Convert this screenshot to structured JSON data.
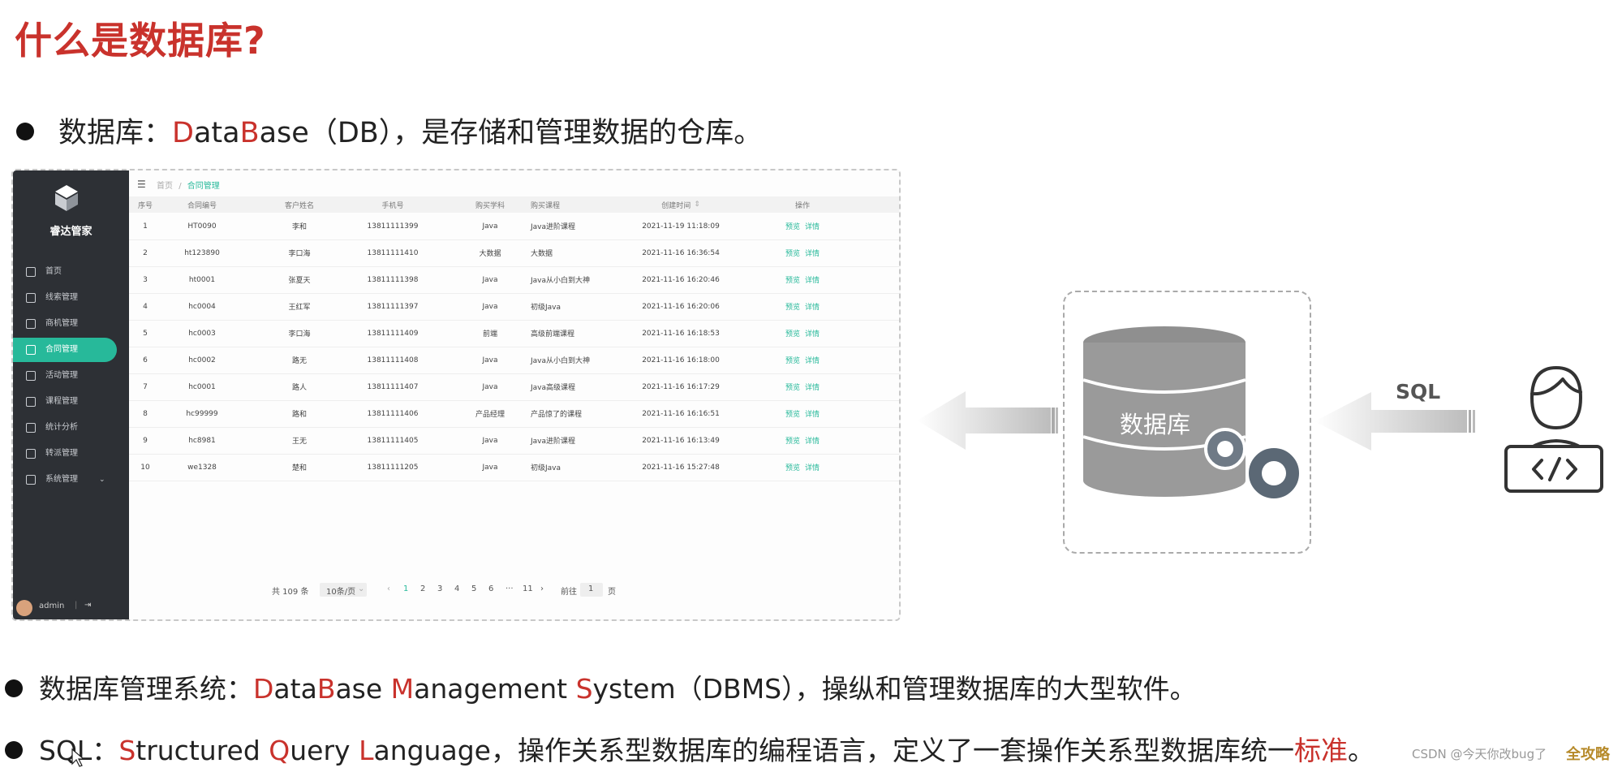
{
  "page": {
    "title": "什么是数据库?",
    "bullet1": {
      "prefix": "数据库：",
      "d": "D",
      "ata": "ata",
      "b": "B",
      "ase": "ase",
      "suffix": "（DB），是存储和管理数据的仓库。"
    },
    "bullet2": {
      "prefix": "数据库管理系统：",
      "d": "D",
      "ata": "ata",
      "b": "B",
      "ase": "ase ",
      "m": "M",
      "anagement": "anagement ",
      "s": "S",
      "ystem": "ystem",
      "suffix": "（DBMS），操纵和管理数据库的大型软件。"
    },
    "bullet3": {
      "prefix": "SQL：",
      "s": "S",
      "tructured": "tructured ",
      "q": "Q",
      "uery": "uery ",
      "l": "L",
      "anguage": "anguage",
      "suffix": "，操作关系型数据库的编程语言，定义了一套操作关系型数据库统一",
      "standard": "标准",
      "end": "。"
    }
  },
  "app": {
    "logo_text": "睿达管家",
    "menu": [
      {
        "label": "首页",
        "icon": "home-icon"
      },
      {
        "label": "线索管理",
        "icon": "clue-icon"
      },
      {
        "label": "商机管理",
        "icon": "opportunity-icon"
      },
      {
        "label": "合同管理",
        "icon": "contract-icon",
        "active": true
      },
      {
        "label": "活动管理",
        "icon": "activity-icon"
      },
      {
        "label": "课程管理",
        "icon": "course-icon"
      },
      {
        "label": "统计分析",
        "icon": "chart-icon"
      },
      {
        "label": "转派管理",
        "icon": "transfer-icon"
      },
      {
        "label": "系统管理",
        "icon": "settings-icon"
      }
    ],
    "user": "admin",
    "breadcrumb": {
      "home": "首页",
      "sep": "/",
      "current": "合同管理"
    },
    "table": {
      "headers": {
        "seq": "序号",
        "no": "合同编号",
        "name": "客户姓名",
        "phone": "手机号",
        "subject": "购买学科",
        "course": "购买课程",
        "time": "创建时间",
        "op": "操作"
      },
      "op_preview": "预览",
      "op_detail": "详情",
      "rows": [
        {
          "seq": "1",
          "no": "HT0090",
          "name": "李和",
          "phone": "13811111399",
          "subject": "Java",
          "course": "Java进阶课程",
          "time": "2021-11-19 11:18:09"
        },
        {
          "seq": "2",
          "no": "ht123890",
          "name": "李口海",
          "phone": "13811111410",
          "subject": "大数据",
          "course": "大数据",
          "time": "2021-11-16 16:36:54"
        },
        {
          "seq": "3",
          "no": "ht0001",
          "name": "张夏天",
          "phone": "13811111398",
          "subject": "Java",
          "course": "Java从小白到大神",
          "time": "2021-11-16 16:20:46"
        },
        {
          "seq": "4",
          "no": "hc0004",
          "name": "王红军",
          "phone": "13811111397",
          "subject": "Java",
          "course": "初级Java",
          "time": "2021-11-16 16:20:06"
        },
        {
          "seq": "5",
          "no": "hc0003",
          "name": "李口海",
          "phone": "13811111409",
          "subject": "前端",
          "course": "高级前端课程",
          "time": "2021-11-16 16:18:53"
        },
        {
          "seq": "6",
          "no": "hc0002",
          "name": "路无",
          "phone": "13811111408",
          "subject": "Java",
          "course": "Java从小白到大神",
          "time": "2021-11-16 16:18:00"
        },
        {
          "seq": "7",
          "no": "hc0001",
          "name": "路人",
          "phone": "13811111407",
          "subject": "Java",
          "course": "Java高级课程",
          "time": "2021-11-16 16:17:29"
        },
        {
          "seq": "8",
          "no": "hc99999",
          "name": "路和",
          "phone": "13811111406",
          "subject": "产品经理",
          "course": "产品惊了的课程",
          "time": "2021-11-16 16:16:51"
        },
        {
          "seq": "9",
          "no": "hc8981",
          "name": "王无",
          "phone": "13811111405",
          "subject": "Java",
          "course": "Java进阶课程",
          "time": "2021-11-16 16:13:49"
        },
        {
          "seq": "10",
          "no": "we1328",
          "name": "楚和",
          "phone": "13811111205",
          "subject": "Java",
          "course": "初级Java",
          "time": "2021-11-16 15:27:48"
        }
      ]
    },
    "pagination": {
      "total": "共 109 条",
      "page_size": "10条/页",
      "pages": [
        "1",
        "2",
        "3",
        "4",
        "5",
        "6",
        "···",
        "11"
      ],
      "current": "1",
      "goto_label": "前往",
      "goto_value": "1",
      "page_unit": "页"
    }
  },
  "diagram": {
    "db_label": "数据库",
    "sql_label": "SQL"
  },
  "watermark": {
    "text": "CSDN @今天你改bug了",
    "brand": "全攻略"
  },
  "colors": {
    "accent_red": "#c9322c",
    "accent_green": "#27b99a",
    "sidebar": "#2d3035"
  }
}
